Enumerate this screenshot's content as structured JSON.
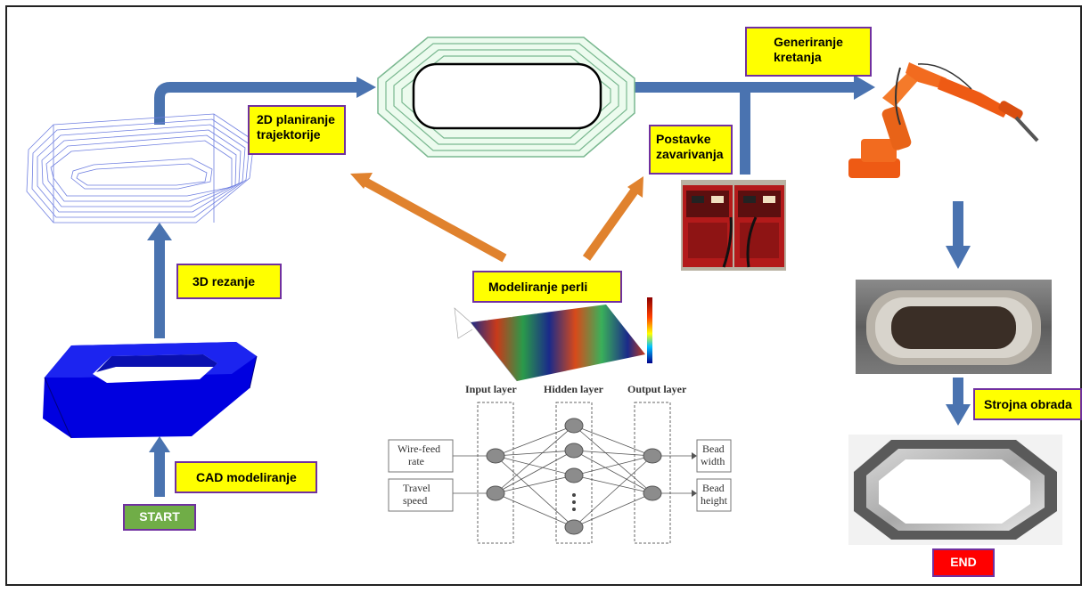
{
  "labels": {
    "generiranje_line1": "Generiranje",
    "generiranje_line2": "kretanja",
    "planiranje_line1": "2D planiranje",
    "planiranje_line2": "trajektorije",
    "postavke_line1": "Postavke",
    "postavke_line2": "zavarivanja",
    "rezanje": "3D rezanje",
    "modeliranje_perli": "Modeliranje perli",
    "cad": "CAD modeliranje",
    "start": "START",
    "strojna": "Strojna obrada",
    "end": "END"
  },
  "network": {
    "input_layer": "Input layer",
    "hidden_layer": "Hidden layer",
    "output_layer": "Output layer",
    "in1_line1": "Wire-feed",
    "in1_line2": "rate",
    "in2_line1": "Travel",
    "in2_line2": "speed",
    "out1_line1": "Bead",
    "out1_line2": "width",
    "out2_line1": "Bead",
    "out2_line2": "height"
  },
  "colors": {
    "arrow_blue": "#4a73b0",
    "arrow_orange": "#e0822e",
    "label_fill": "#ffff00",
    "label_border": "#7030a0",
    "start_fill": "#70ad47",
    "end_fill": "#ff0000"
  }
}
